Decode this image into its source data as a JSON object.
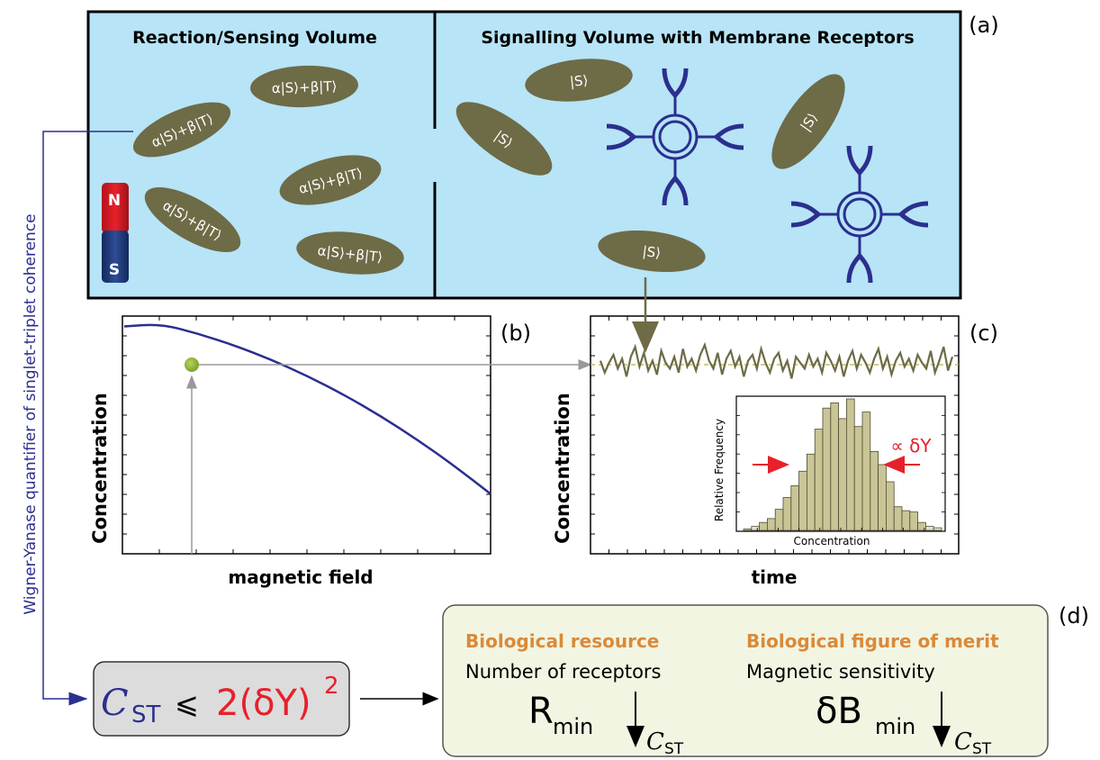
{
  "panel_a": {
    "label": "(a)",
    "left_title": "Reaction/Sensing Volume",
    "right_title": "Signalling Volume with Membrane Receptors",
    "superposition": "α|S⟩+β|T⟩",
    "singlet": "|S⟩",
    "magnet_north": "N",
    "magnet_south": "S"
  },
  "side_label": "Wigner-Yanase quantifier of singlet-triplet coherence",
  "panel_b": {
    "label": "(b)",
    "ylabel": "Concentration",
    "xlabel": "magnetic field"
  },
  "panel_c": {
    "label": "(c)",
    "ylabel": "Concentration",
    "xlabel": "time",
    "inset_ylabel": "Relative Frequency",
    "inset_xlabel": "Concentration",
    "width_label": "∝ δY"
  },
  "formula": {
    "c": "C",
    "sub": "ST",
    "leq": "⩽",
    "rhs": "2(δY)",
    "exp": "2"
  },
  "panel_d": {
    "label": "(d)",
    "resource_title": "Biological resource",
    "resource_text": "Number of receptors",
    "resource_sym": "R",
    "resource_sub": "min",
    "merit_title": "Biological figure of merit",
    "merit_text": "Magnetic sensitivity",
    "merit_sym": "δB",
    "merit_sub": "min",
    "arrow_c": "C",
    "arrow_sub": "ST"
  },
  "colors": {
    "volume_fill": "#b7e4f6",
    "ellipse": "#6e6b47",
    "receptor": "#2b2f8f",
    "curve": "#2b2f8f",
    "red": "#e8202a",
    "orange": "#d98a3a",
    "green_dot": "#8ab32f"
  },
  "chart_data": [
    {
      "type": "line",
      "title": "",
      "xlabel": "magnetic field",
      "ylabel": "Concentration",
      "description_points": "monotone decreasing curve after a shallow maximum at low field",
      "x": [
        0,
        0.1,
        0.2,
        0.3,
        0.4,
        0.5,
        0.6,
        0.7,
        0.8,
        0.9,
        1.0
      ],
      "y": [
        0.96,
        0.97,
        0.93,
        0.88,
        0.82,
        0.75,
        0.67,
        0.58,
        0.48,
        0.37,
        0.25
      ]
    },
    {
      "type": "line",
      "xlabel": "time",
      "ylabel": "Concentration",
      "values": [
        0.2,
        -0.4,
        0.1,
        0.5,
        -0.2,
        0.3,
        -0.6,
        0.4,
        0.9,
        -0.1,
        0.6,
        -0.3,
        0.2,
        -0.5,
        0.7,
        0.1,
        -0.2,
        0.4,
        -0.4,
        0.8,
        -0.1,
        0.3,
        -0.3,
        0.5,
        1.0,
        0.2,
        -0.2,
        0.6,
        -0.5,
        0.3,
        0.7,
        -0.1,
        0.4,
        -0.6,
        0.2,
        0.5,
        -0.2,
        0.8,
        0.1,
        -0.4,
        0.3,
        0.6,
        -0.3,
        0.2,
        -0.7,
        0.4,
        0.1,
        -0.2,
        0.5,
        -0.1,
        0.3,
        -0.4,
        0.6,
        0.2,
        -0.3,
        0.4,
        -0.6,
        0.2,
        0.7,
        -0.2,
        0.5,
        0.1,
        -0.4,
        0.3,
        0.8,
        -0.2,
        0.4,
        -0.5,
        0.2,
        0.6,
        -0.1,
        0.3,
        -0.3,
        0.5,
        0.1,
        -0.2,
        0.7,
        -0.4,
        0.2,
        0.9,
        -0.3,
        0.4
      ]
    },
    {
      "type": "bar",
      "xlabel": "Concentration",
      "ylabel": "Relative Frequency",
      "values": [
        0.01,
        0.03,
        0.06,
        0.09,
        0.16,
        0.25,
        0.34,
        0.45,
        0.58,
        0.77,
        0.93,
        0.97,
        0.85,
        1.0,
        0.79,
        0.9,
        0.6,
        0.5,
        0.37,
        0.18,
        0.15,
        0.14,
        0.06,
        0.03,
        0.02
      ]
    }
  ]
}
